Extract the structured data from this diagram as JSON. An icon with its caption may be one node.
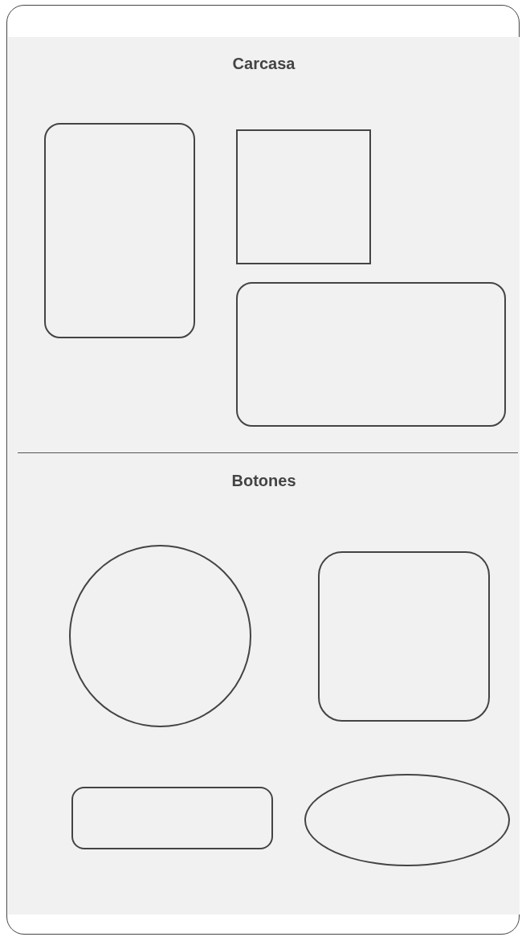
{
  "diagram": {
    "nodes": [
      {
        "text": [],
        "shape": "box"
      },
      {
        "text": [
          "Carcasa"
        ],
        "in": 0
      },
      {
        "text": [],
        "shape": "box",
        "in": 1
      },
      {
        "text": [],
        "shape": "box",
        "in": 1
      },
      {
        "text": [],
        "shape": "box",
        "in": 1
      },
      {
        "text": [
          "Botones"
        ],
        "in": 0
      },
      {
        "text": [],
        "shape": "circle",
        "in": 5
      },
      {
        "text": [],
        "shape": "box",
        "in": 5
      },
      {
        "text": [],
        "shape": "box",
        "in": 5
      },
      {
        "text": [],
        "shape": "ellipse",
        "in": 5
      }
    ],
    "edges": []
  }
}
